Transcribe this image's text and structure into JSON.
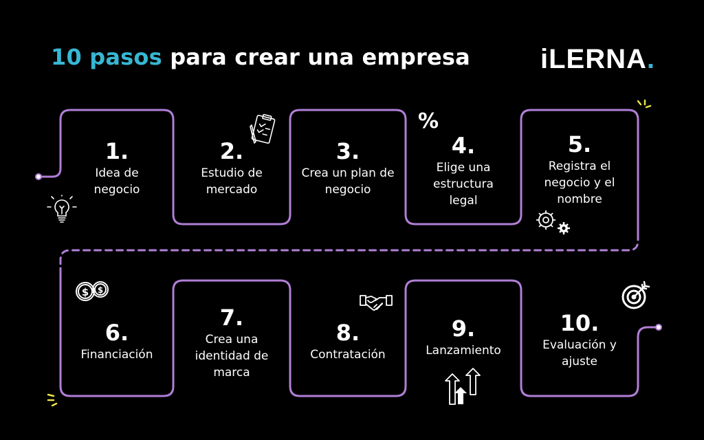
{
  "title": {
    "highlight": "10 pasos",
    "rest": " para crear una empresa"
  },
  "logo": {
    "text": "iLERNA",
    "dot": "."
  },
  "steps": [
    {
      "num": "1.",
      "label": "Idea de negocio"
    },
    {
      "num": "2.",
      "label": "Estudio de mercado"
    },
    {
      "num": "3.",
      "label": "Crea un plan de negocio"
    },
    {
      "num": "4.",
      "label": "Elige una estructura legal"
    },
    {
      "num": "5.",
      "label": "Registra el negocio y el nombre"
    },
    {
      "num": "6.",
      "label": "Financiación"
    },
    {
      "num": "7.",
      "label": "Crea una identidad de marca"
    },
    {
      "num": "8.",
      "label": "Contratación"
    },
    {
      "num": "9.",
      "label": "Lanzamiento"
    },
    {
      "num": "10.",
      "label": "Evaluación y ajuste"
    }
  ],
  "icons": {
    "percent": "%"
  },
  "colors": {
    "accent": "#37b7d3",
    "line": "#b07fd6",
    "spark": "#e8e24a",
    "background": "#000000"
  }
}
